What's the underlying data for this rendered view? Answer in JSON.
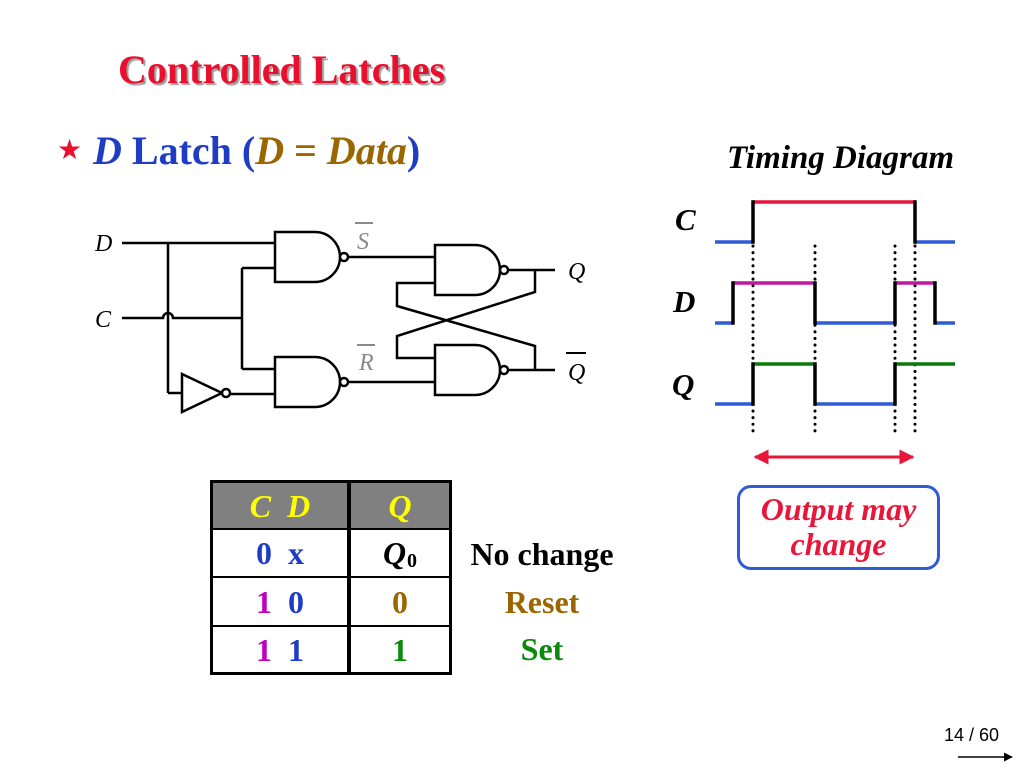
{
  "slide": {
    "title": "Controlled Latches",
    "bullet_icon": "star-icon",
    "heading": {
      "d": "D",
      "latch": " Latch (",
      "d_symbol": "D",
      "equals": " = ",
      "data": "Data",
      "close": ")"
    },
    "page_number": "14 / 60",
    "next_icon": "right-arrow-icon"
  },
  "circuit": {
    "inputs": {
      "d": "D",
      "c": "C"
    },
    "internal": {
      "s_bar": "S",
      "r_bar": "R"
    },
    "outputs": {
      "q": "Q",
      "q_bar": "Q"
    }
  },
  "timing_diagram": {
    "title": "Timing Diagram",
    "low_color": "#2E5BD6",
    "edge_color": "#000000",
    "signals": [
      {
        "name": "C",
        "levels": [
          0,
          0,
          1,
          1,
          1,
          0,
          0
        ],
        "high_color": "#E8173A"
      },
      {
        "name": "D",
        "levels": [
          0,
          1,
          1,
          0,
          1,
          1,
          0
        ],
        "high_color": "#C0199E"
      },
      {
        "name": "Q",
        "levels": [
          0,
          0,
          1,
          0,
          1,
          1,
          1
        ],
        "high_color": "#0A7A0A"
      }
    ],
    "note_lines": [
      "Output may",
      "change"
    ]
  },
  "truth_table": {
    "headers": {
      "inputs": "C  D",
      "output": "Q"
    },
    "rows": [
      {
        "c": "0",
        "d": "x",
        "q": "Q",
        "q_sub": "0",
        "desc": "No change",
        "c_color": "#1F3DC4",
        "d_color": "#1F3DC4",
        "q_color": "#000000",
        "desc_color": "#000000"
      },
      {
        "c": "1",
        "d": "0",
        "q": "0",
        "desc": "Reset",
        "c_color": "#C000C0",
        "d_color": "#1F3DC4",
        "q_color": "#996600",
        "desc_color": "#996600"
      },
      {
        "c": "1",
        "d": "1",
        "q": "1",
        "desc": "Set",
        "c_color": "#C000C0",
        "d_color": "#1F3DC4",
        "q_color": "#0A8A0A",
        "desc_color": "#0A8A0A"
      }
    ]
  },
  "colors": {
    "title": "#E8102E",
    "star": "#E8102E",
    "heading_blue": "#1F3DC4",
    "heading_brown": "#996600",
    "circuit_internal_label": "#8A8A8A",
    "table_header_bg": "#808080",
    "table_header_text": "#FFFF00",
    "note_text": "#E8173A",
    "note_border": "#2E5BD6",
    "span_arrow": "#E8173A"
  }
}
